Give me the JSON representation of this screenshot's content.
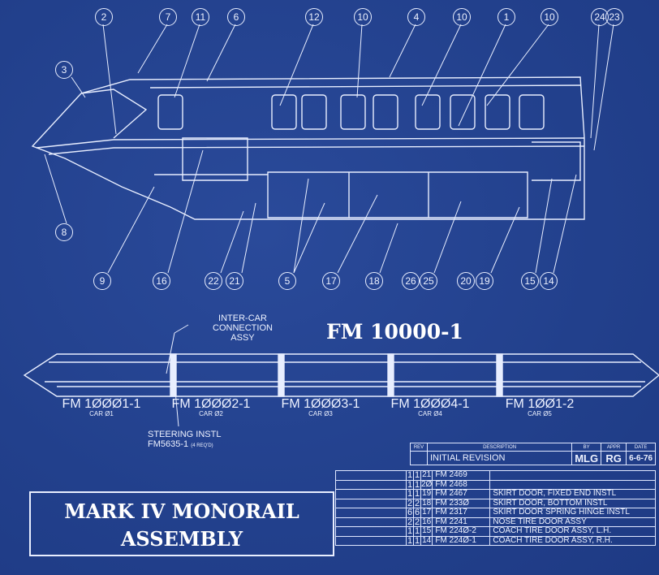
{
  "callouts": {
    "top": [
      "2",
      "7",
      "11",
      "6",
      "12",
      "10",
      "4",
      "10",
      "1",
      "10",
      "24",
      "23"
    ],
    "left": [
      "3",
      "8"
    ],
    "bottom": [
      "9",
      "16",
      "22",
      "21",
      "5",
      "17",
      "18",
      "26",
      "25",
      "20",
      "19",
      "15",
      "14"
    ]
  },
  "assembly_title": "FM 10000-1",
  "inter_car_note": [
    "INTER-CAR",
    "CONNECTION",
    "ASSY"
  ],
  "steering_note": {
    "line1": "STEERING INSTL",
    "line2": "FM5635-1",
    "suffix": "(4 REQ'D)"
  },
  "cars": [
    {
      "part": "FM 1ØØØ1-1",
      "car": "CAR Ø1"
    },
    {
      "part": "FM 1ØØØ2-1",
      "car": "CAR Ø2"
    },
    {
      "part": "FM 1ØØØ3-1",
      "car": "CAR Ø3"
    },
    {
      "part": "FM 1ØØØ4-1",
      "car": "CAR Ø4"
    },
    {
      "part": "FM 1ØØ1-2",
      "car": "CAR Ø5"
    }
  ],
  "title_block": {
    "line1": "MARK IV MONORAIL",
    "line2": "ASSEMBLY"
  },
  "revision": {
    "headers": [
      "REV",
      "DESCRIPTION",
      "BY",
      "APPR",
      "DATE"
    ],
    "row": {
      "rev": "",
      "description": "INITIAL REVISION",
      "by": "MLG",
      "appr": "RG",
      "date": "6-6-76"
    }
  },
  "parts_list": [
    {
      "q1": "1",
      "q2": "1",
      "item": "21",
      "part": "FM 2469",
      "desc": ""
    },
    {
      "q1": "1",
      "q2": "1",
      "item": "2Ø",
      "part": "FM 2468",
      "desc": ""
    },
    {
      "q1": "1",
      "q2": "1",
      "item": "19",
      "part": "FM 2467",
      "desc": "SKIRT DOOR, FIXED END INSTL"
    },
    {
      "q1": "2",
      "q2": "2",
      "item": "18",
      "part": "FM 233Ø",
      "desc": "SKIRT DOOR, BOTTOM INSTL"
    },
    {
      "q1": "6",
      "q2": "6",
      "item": "17",
      "part": "FM 2317",
      "desc": "SKIRT DOOR SPRING HINGE INSTL"
    },
    {
      "q1": "2",
      "q2": "2",
      "item": "16",
      "part": "FM 2241",
      "desc": "NOSE TIRE DOOR ASSY"
    },
    {
      "q1": "1",
      "q2": "1",
      "item": "15",
      "part": "FM 224Ø-2",
      "desc": "COACH TIRE DOOR ASSY, L.H."
    },
    {
      "q1": "1",
      "q2": "1",
      "item": "14",
      "part": "FM 224Ø-1",
      "desc": "COACH TIRE DOOR ASSY, R.H."
    }
  ],
  "colors": {
    "background": "#233f8c",
    "line": "#e8eeff"
  }
}
